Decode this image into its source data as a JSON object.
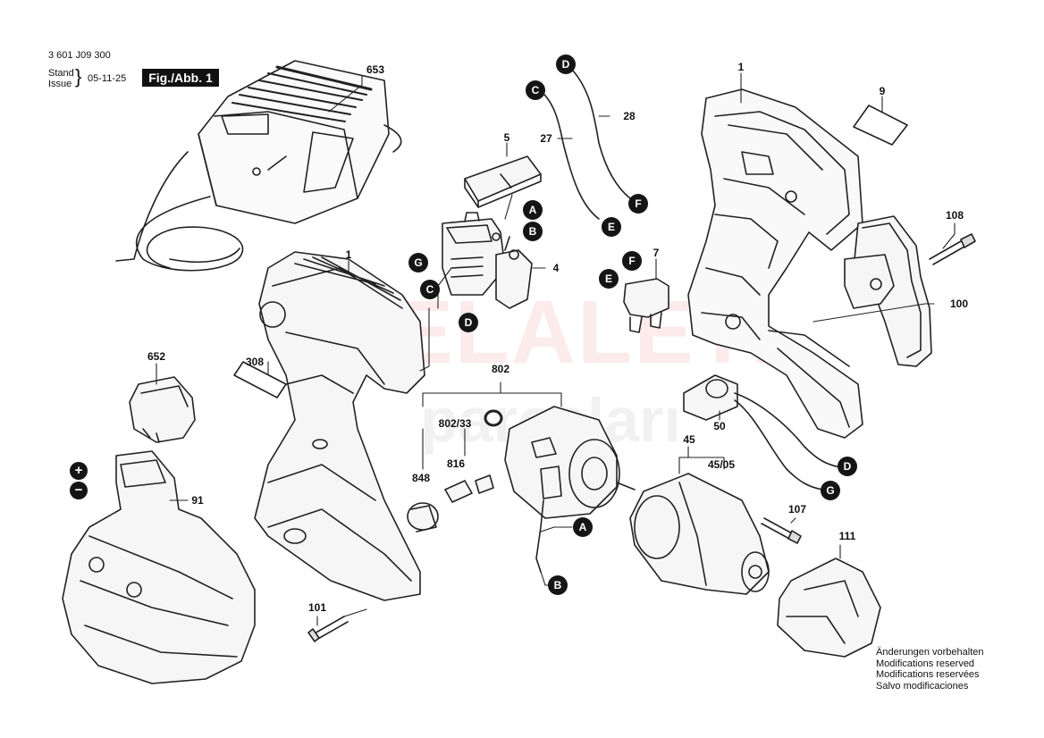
{
  "header": {
    "doc_number": "3 601 J09 300",
    "stand_label": "Stand",
    "issue_label": "Issue",
    "date": "05-11-25",
    "figure_label": "Fig./Abb. 1"
  },
  "watermark": {
    "line1": "ELALETi",
    "line2": "parçaları"
  },
  "parts": {
    "p653": "653",
    "p1_top": "1",
    "p9": "9",
    "p28": "28",
    "p27": "27",
    "p5": "5",
    "p4": "4",
    "p7": "7",
    "p108": "108",
    "p100": "100",
    "p1_mid": "1",
    "p308": "308",
    "p652": "652",
    "p802": "802",
    "p802_33": "802/33",
    "p848": "848",
    "p816": "816",
    "p50": "50",
    "p45": "45",
    "p45_05": "45/05",
    "p107": "107",
    "p111": "111",
    "p91": "91",
    "p101": "101"
  },
  "connectors": {
    "D_top": "D",
    "C_top": "C",
    "F_top": "F",
    "E_top": "E",
    "A_sw": "A",
    "B_sw": "B",
    "G_sw": "G",
    "C_sw": "C",
    "D_sw": "D",
    "F_mid": "F",
    "E_mid": "E",
    "A_mot": "A",
    "B_mot": "B",
    "D_right": "D",
    "G_right": "G"
  },
  "battery_signs": {
    "plus": "+",
    "minus": "−"
  },
  "notes": {
    "line1": "Änderungen vorbehalten",
    "line2": "Modifications reserved",
    "line3": "Modifications reservées",
    "line4": "Salvo modificaciones"
  }
}
